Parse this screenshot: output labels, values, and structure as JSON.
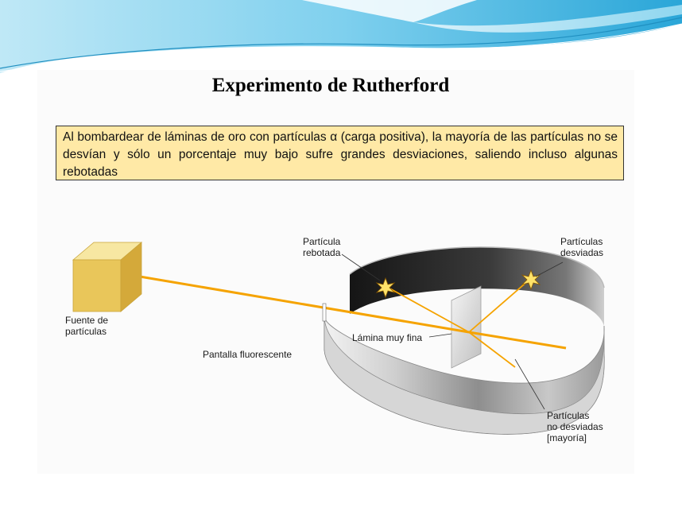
{
  "slide": {
    "title": "Experimento de Rutherford",
    "description": "Al bombardear de láminas de oro con partículas α (carga positiva), la mayoría de las partículas no se desvían y sólo un porcentaje muy bajo sufre grandes desviaciones, saliendo incluso algunas rebotadas"
  },
  "diagram": {
    "labels": {
      "source_line1": "Fuente de",
      "source_line2": "partículas",
      "screen": "Pantalla fluorescente",
      "foil": "Lámina muy fina",
      "rebound_line1": "Partícula",
      "rebound_line2": "rebotada",
      "deflected_line1": "Partículas",
      "deflected_line2": "desviadas",
      "undeflected_line1": "Partículas",
      "undeflected_line2": "no desviadas",
      "undeflected_line3": "[mayoría]"
    }
  },
  "colors": {
    "beam": "#f5a300",
    "info_box": "#ffe9a6",
    "cube": "#e9c65a",
    "header_wave": "#3aaed8"
  }
}
